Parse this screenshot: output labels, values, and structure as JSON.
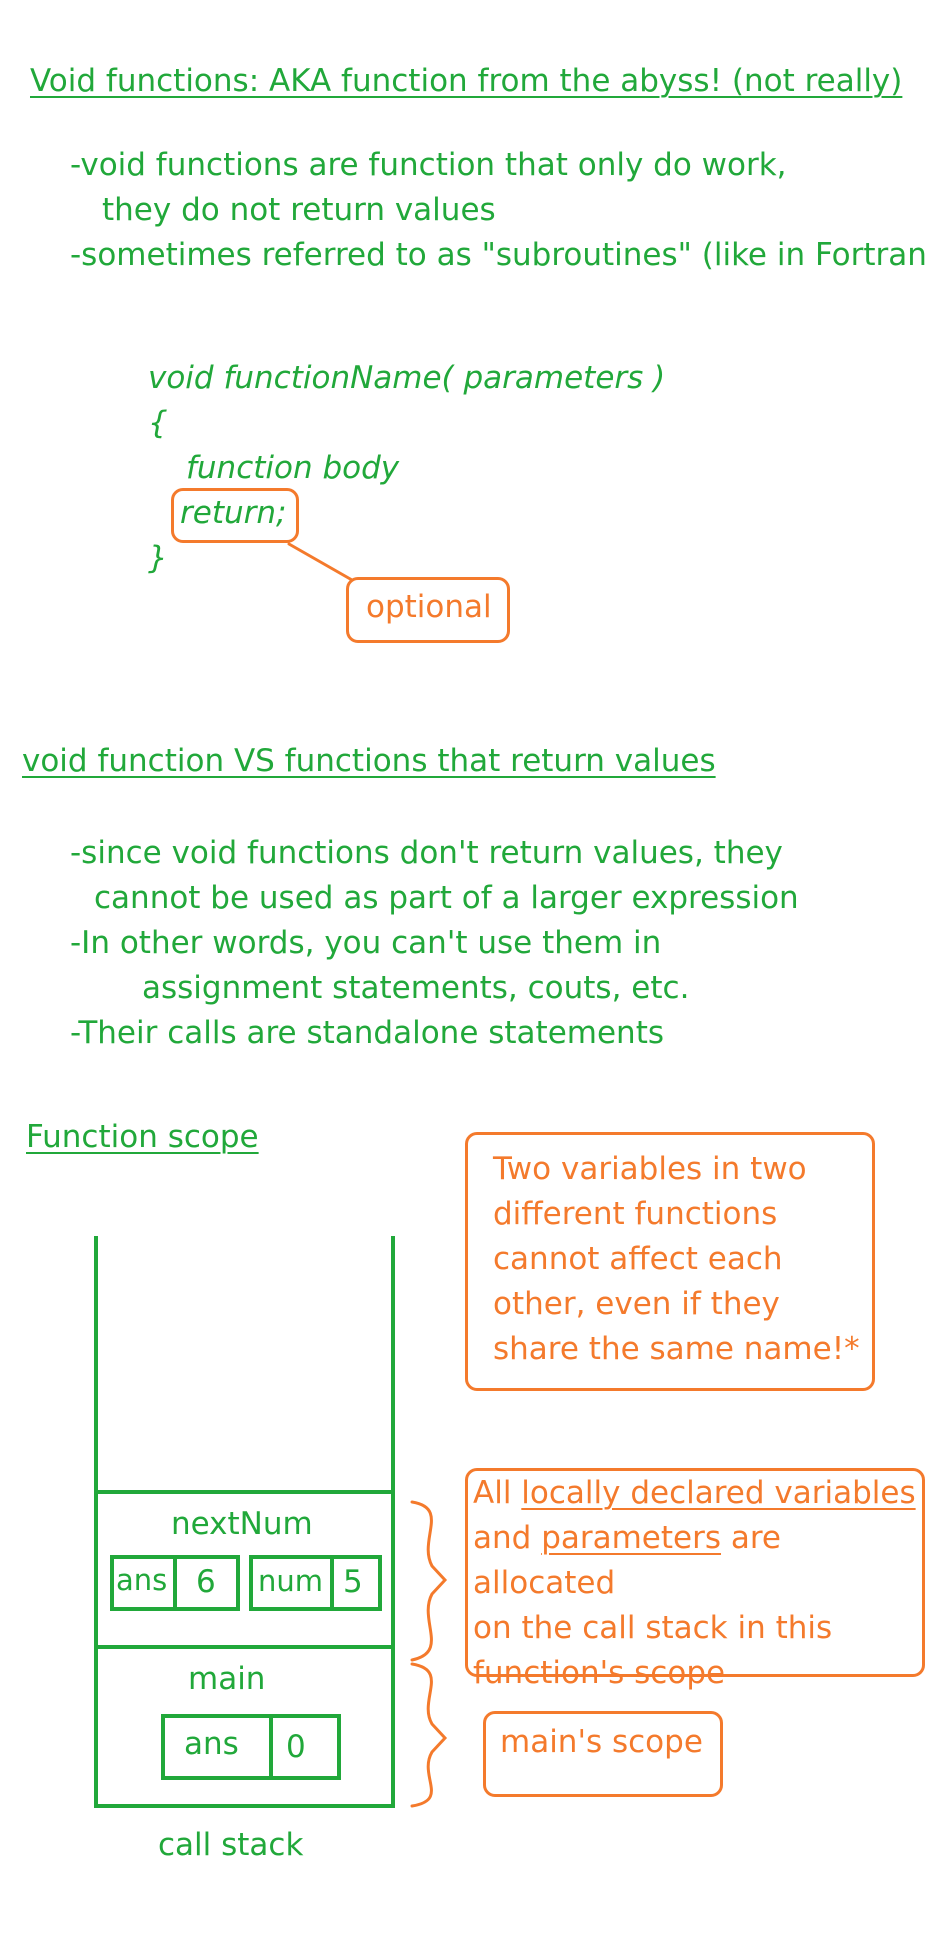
{
  "section1": {
    "heading": "Void functions: AKA function from the abyss! (not really)",
    "bullets": [
      "-void functions are function that only do work,",
      "they do not return values",
      "-sometimes referred to as \"subroutines\" (like in Fortran)"
    ]
  },
  "code": {
    "signature": "void functionName( parameters )",
    "open_brace": "{",
    "body": "function body",
    "return": "return;",
    "close_brace": "}",
    "callout": "optional"
  },
  "section2": {
    "heading": "void function VS functions that return values",
    "bullets": [
      "-since void functions don't return values, they",
      "cannot be used as part of a larger expression",
      "-In other words, you can't use them in",
      "assignment statements, couts, etc.",
      "-Their calls are standalone statements"
    ]
  },
  "section3": {
    "heading": "Function scope",
    "note_top": [
      "Two variables in two",
      "different functions",
      "cannot affect each",
      "other, even if they",
      "share the same name!*"
    ],
    "note_mid": {
      "l1_a": "All ",
      "l1_b": "locally declared variables",
      "l2_a": "and ",
      "l2_b": "parameters",
      "l2_c": " are allocated",
      "l3": "on the call stack in this",
      "l4": "function's scope"
    },
    "note_bottom": "main's scope"
  },
  "stack": {
    "frame_top": {
      "name": "nextNum",
      "vars": [
        {
          "name": "ans",
          "value": "6"
        },
        {
          "name": "num",
          "value": "5"
        }
      ]
    },
    "frame_bottom": {
      "name": "main",
      "vars": [
        {
          "name": "ans",
          "value": "0"
        }
      ]
    },
    "caption": "call stack"
  },
  "colors": {
    "green": "#21a83a",
    "orange": "#f47a2c"
  }
}
